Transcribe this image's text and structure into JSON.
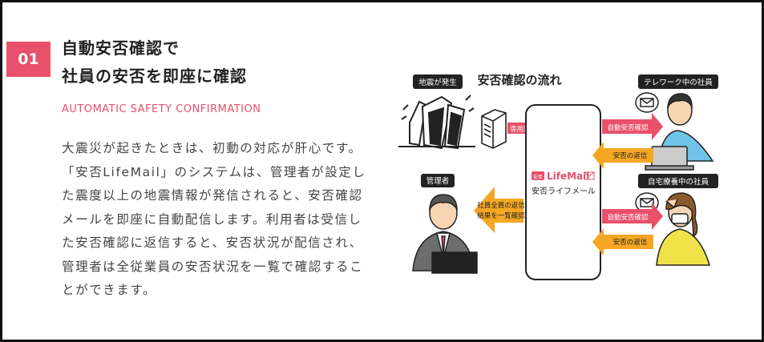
{
  "section": {
    "number": "01",
    "title_line1": "自動安否確認で",
    "title_line2": "社員の安否を即座に確認",
    "subtitle": "AUTOMATIC SAFETY CONFIRMATION",
    "body_lines": [
      "大震災が起きたときは、初動の対応が肝心です。",
      "「安否LifeMail」のシステムは、管理者が設定し",
      "た震度以上の地震情報が発信されると、安否確認",
      "メールを即座に自動配信します。利用者は受信し",
      "た安否確認に返信すると、安否状況が配信され、",
      "管理者は全従業員の安否状況を一覧で確認するこ",
      "とができます。"
    ]
  },
  "diagram": {
    "heading": "安否確認の流れ",
    "earthquake_label": "地震が発生",
    "dedicated_line_label": "専用回線",
    "manager_label": "管理者",
    "manager_arrow_line1": "社員全員の返信",
    "manager_arrow_line2": "結果を一覧確認",
    "service_logo_badge": "安否",
    "service_logo": "LifeMail",
    "service_name": "安否ライフメール",
    "telework_label": "テレワーク中の社員",
    "home_label": "自宅療養中の社員",
    "auto_send_label": "自動安否確認",
    "reply_label_1": "安否の返信",
    "reply_label_2": "安否の返信",
    "colors": {
      "accent": "#e8506b",
      "arrow_orange": "#f5a623",
      "arrow_pink": "#e8506b"
    }
  }
}
